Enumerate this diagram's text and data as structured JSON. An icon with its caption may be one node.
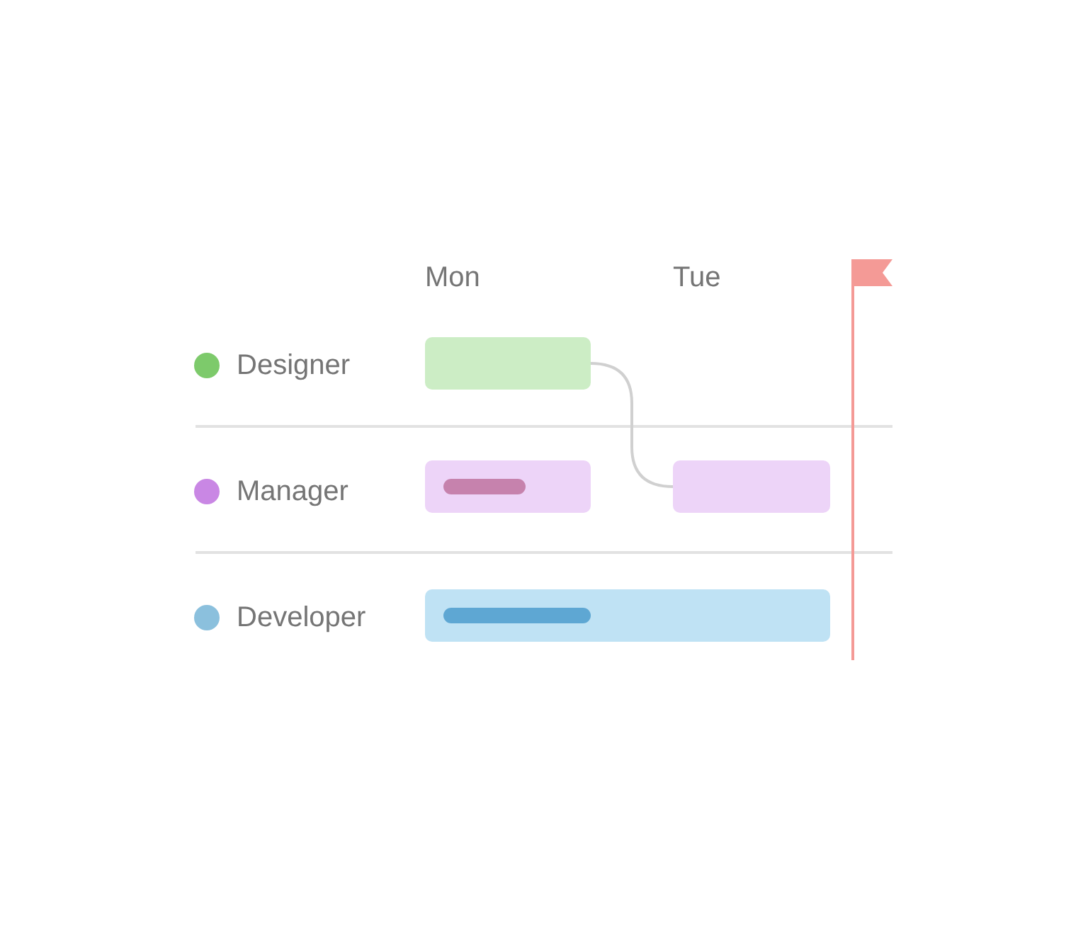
{
  "diagram": {
    "nodes": [
      {
        "text": [],
        "shape": "bar"
      },
      {
        "text": [],
        "shape": "bar"
      },
      {
        "text": [],
        "shape": "bar",
        "in": 1
      },
      {
        "text": [],
        "shape": "bar"
      },
      {
        "text": [],
        "shape": "bar"
      },
      {
        "text": [],
        "shape": "bar",
        "in": 4
      }
    ],
    "edges": [
      {
        "from": 0,
        "to": 3,
        "arrow": "none"
      }
    ],
    "labels": [
      "Mon",
      "Tue"
    ],
    "legend": [
      {
        "text": "Designer",
        "color": "#7dca6b"
      },
      {
        "text": "Manager",
        "color": "#c987e4"
      },
      {
        "text": "Developer",
        "color": "#8bc0dd"
      }
    ]
  }
}
